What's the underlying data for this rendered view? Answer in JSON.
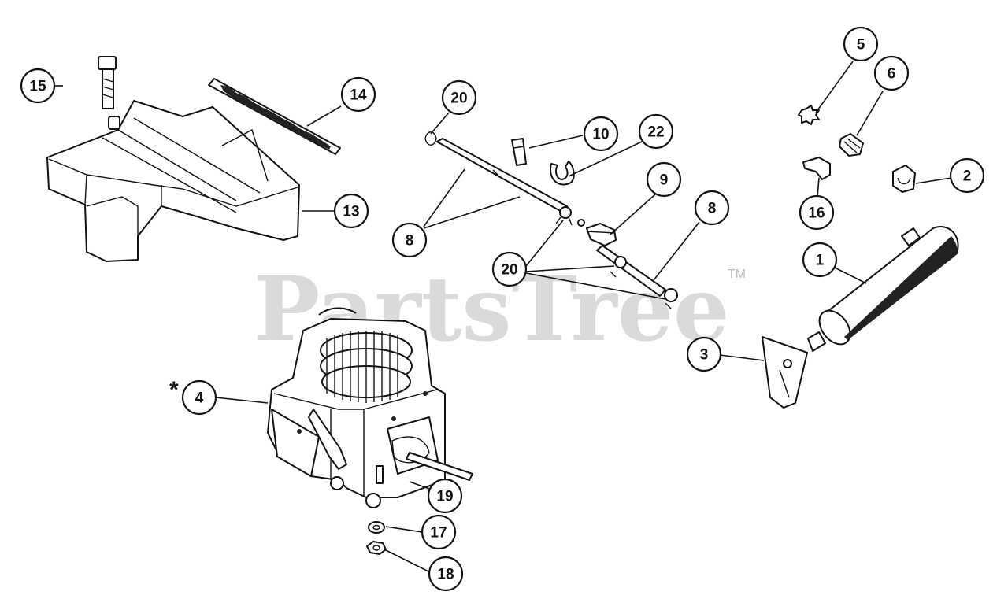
{
  "watermark": {
    "text": "PartsTree",
    "trademark": "TM"
  },
  "callouts": {
    "c15": "15",
    "c14": "14",
    "c13": "13",
    "c20a": "20",
    "c10": "10",
    "c22": "22",
    "c9": "9",
    "c8a": "8",
    "c8b": "8",
    "c20b": "20",
    "c5": "5",
    "c6": "6",
    "c2": "2",
    "c16": "16",
    "c1": "1",
    "c3": "3",
    "c4": "4",
    "c19": "19",
    "c17": "17",
    "c18": "18"
  },
  "asterisk": "*"
}
